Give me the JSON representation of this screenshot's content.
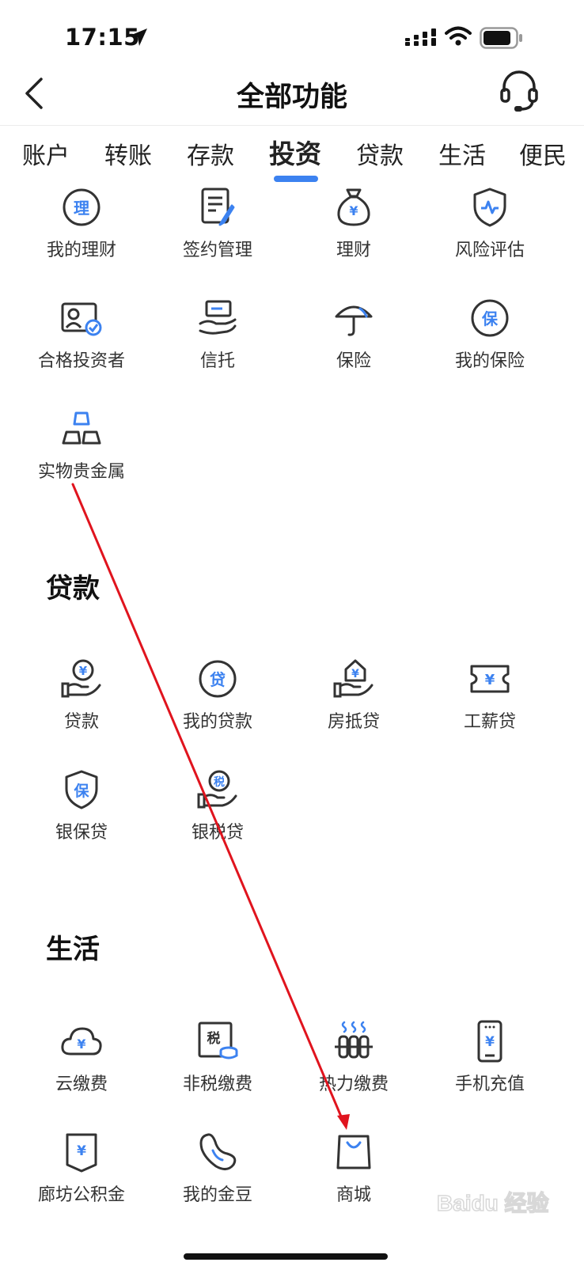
{
  "status_bar": {
    "time": "17:15"
  },
  "nav": {
    "title": "全部功能"
  },
  "tabs": [
    {
      "label": "账户"
    },
    {
      "label": "转账"
    },
    {
      "label": "存款"
    },
    {
      "label": "投资",
      "active": true
    },
    {
      "label": "贷款"
    },
    {
      "label": "生活"
    },
    {
      "label": "便民"
    }
  ],
  "invest": {
    "items": [
      {
        "label": "我的理财",
        "icon": "licai-badge-icon",
        "glyph": "理"
      },
      {
        "label": "签约管理",
        "icon": "contract-edit-icon"
      },
      {
        "label": "理财",
        "icon": "money-bag-icon",
        "glyph": "¥"
      },
      {
        "label": "风险评估",
        "icon": "risk-shield-icon"
      },
      {
        "label": "合格投资者",
        "icon": "investor-id-card-icon"
      },
      {
        "label": "信托",
        "icon": "trust-hand-icon"
      },
      {
        "label": "保险",
        "icon": "umbrella-icon"
      },
      {
        "label": "我的保险",
        "icon": "bao-badge-icon",
        "glyph": "保"
      },
      {
        "label": "实物贵金属",
        "icon": "gold-bars-icon"
      }
    ]
  },
  "loan": {
    "title": "贷款",
    "items": [
      {
        "label": "贷款",
        "icon": "yuan-hand-icon",
        "glyph": "¥"
      },
      {
        "label": "我的贷款",
        "icon": "dai-badge-icon",
        "glyph": "贷"
      },
      {
        "label": "房抵贷",
        "icon": "house-hand-icon",
        "glyph": "¥"
      },
      {
        "label": "工薪贷",
        "icon": "ticket-yuan-icon",
        "glyph": "¥"
      },
      {
        "label": "银保贷",
        "icon": "bao-shield-icon",
        "glyph": "保"
      },
      {
        "label": "银税贷",
        "icon": "tax-hand-icon",
        "glyph": "税"
      }
    ]
  },
  "life": {
    "title": "生活",
    "items": [
      {
        "label": "云缴费",
        "icon": "cloud-yuan-icon",
        "glyph": "¥"
      },
      {
        "label": "非税缴费",
        "icon": "tax-coins-icon",
        "glyph": "税"
      },
      {
        "label": "热力缴费",
        "icon": "radiator-icon"
      },
      {
        "label": "手机充值",
        "icon": "phone-yuan-icon",
        "glyph": "¥"
      },
      {
        "label": "廊坊公积金",
        "icon": "fund-box-icon",
        "glyph": "¥"
      },
      {
        "label": "我的金豆",
        "icon": "bean-icon"
      },
      {
        "label": "商城",
        "icon": "shopping-bag-icon"
      }
    ]
  },
  "colors": {
    "accent": "#3c82f0",
    "icon_stroke": "#333333",
    "annotation": "#e0141e"
  },
  "watermark": "Baidu 经验"
}
